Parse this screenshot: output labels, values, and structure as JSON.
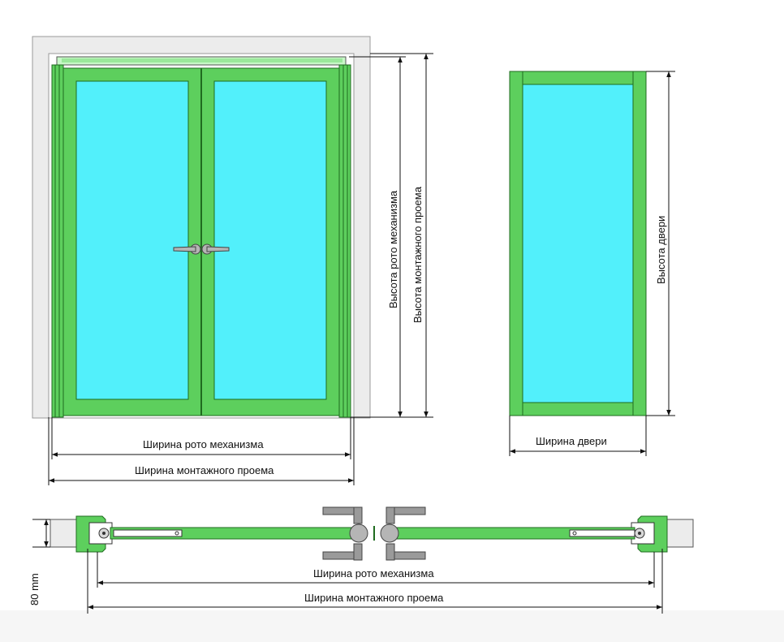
{
  "labels": {
    "roto_height": "Высота рото механизма",
    "opening_height": "Высота монтажного проема",
    "door_height": "Высота двери",
    "roto_width": "Ширина рото механизма",
    "opening_width": "Ширина монтажного проема",
    "door_width": "Ширина двери",
    "plan_roto_width": "Ширина рото механизма",
    "plan_opening_width": "Ширина монтажного проема",
    "depth": "80 mm"
  },
  "colors": {
    "frame_green": "#5dcf5d",
    "frame_outline": "#1f6b1f",
    "glass": "#52f0fb",
    "wall": "#ececec",
    "handle": "#9a9a9a"
  }
}
